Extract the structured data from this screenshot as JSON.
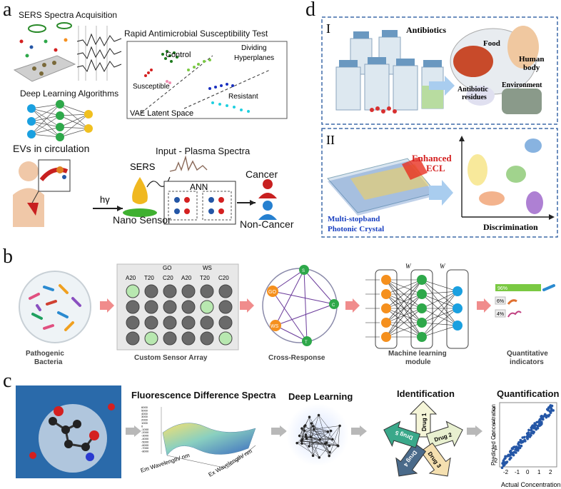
{
  "panels": {
    "a": {
      "letter": "a",
      "sers_title": "SERS Spectra Acquisition",
      "dl_title": "Deep Learning Algorithms",
      "rast_title": "Rapid Antimicrobial Susceptibility Test",
      "control": "Control",
      "dividing": "Dividing",
      "hyperplanes": "Hyperplanes",
      "susceptible": "Susceptible",
      "resistant": "Resistant",
      "vae": "VAE Latent Space",
      "evs": "EVs in circulation",
      "input_plasma": "Input - Plasma Spectra",
      "sers": "SERS",
      "hv": "hγ",
      "ann": "ANN",
      "nano_sensor": "Nano Sensor",
      "cancer": "Cancer",
      "non_cancer": "Non-Cancer"
    },
    "b": {
      "letter": "b",
      "go": "GO",
      "ws2": "WS",
      "cols": [
        "A20",
        "T20",
        "C20",
        "A20",
        "T20",
        "C20"
      ],
      "cross_nodes": [
        "S",
        "GO",
        "C",
        "WS",
        "T"
      ],
      "w1": "W",
      "w2": "W",
      "bar_pct": "96%",
      "pct6": "6%",
      "pct4": "4%",
      "cap1_line1": "Pathogenic",
      "cap1_line2": "Bacteria",
      "cap2": "Custom Sensor Array",
      "cap3": "Cross-Response",
      "cap4_line1": "Machine learning",
      "cap4_line2": "module",
      "cap5_line1": "Quantitative",
      "cap5_line2": "indicators"
    },
    "c": {
      "letter": "c",
      "fluor_title": "Fluorescence Difference Spectra",
      "em_label": "Em Wavelength/ nm",
      "ex_label": "Ex Wavelength/ nm",
      "z_ticks": [
        "6000",
        "5000",
        "4000",
        "3000",
        "2000",
        "1000",
        "0",
        "-1000",
        "-2000",
        "-3000",
        "-4000",
        "-5000",
        "-6000",
        "-7000",
        "-8000"
      ],
      "dl_title": "Deep Learning",
      "ident_title": "Identification",
      "drugs": [
        "Drug 1",
        "Drug 2",
        "Drug 3",
        "Drug 4",
        "Drug 5"
      ],
      "quant_title": "Quantification",
      "ylabel": "Predicted Concentration",
      "xlabel": "Actual Concentration",
      "x_ticks": [
        "-2",
        "-1",
        "0",
        "1",
        "2"
      ],
      "y_ticks": [
        "2",
        "1",
        "0",
        "-1",
        "-2"
      ]
    },
    "d": {
      "letter": "d",
      "roman1": "I",
      "roman2": "II",
      "antibiotics": "Antibiotics",
      "food": "Food",
      "human1": "Human",
      "human2": "body",
      "residues1": "Antibiotic",
      "residues2": "residues",
      "environment": "Environment",
      "enhanced": "Enhanced",
      "ecl": "ECL",
      "msb1": "Multi-stopband",
      "msb2": "Photonic Crystal",
      "discrimination": "Discrimination"
    }
  },
  "colors": {
    "accent_red": "#d42020",
    "dashed_blue": "#3f6aa8",
    "arrow_pink": "#f08c8c",
    "node_orange": "#f5901e",
    "node_green": "#2ea84a",
    "node_blue": "#1aa0e0",
    "scatter_blue": "#2456a6"
  }
}
